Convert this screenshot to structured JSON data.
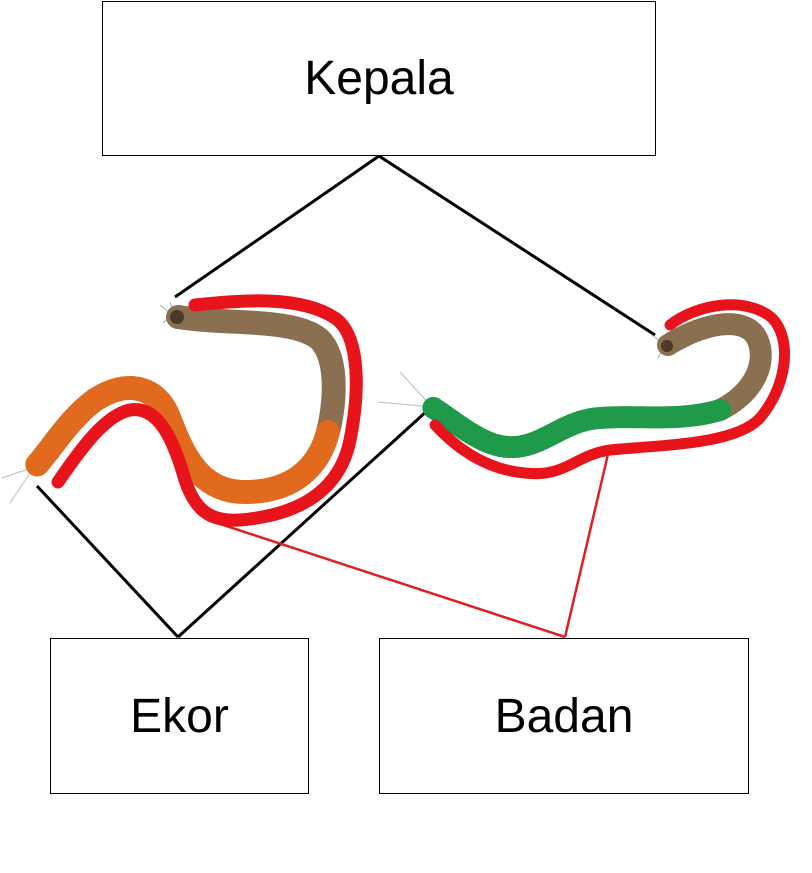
{
  "labels": {
    "head": "Kepala",
    "tail": "Ekor",
    "body": "Badan"
  },
  "colors": {
    "background": "#ffffff",
    "box_border": "#000000",
    "connector_black": "#000000",
    "connector_red": "#e02020",
    "highlight_red": "#e8141c",
    "worm_brown": "#8a7050",
    "worm_orange": "#e06a1e",
    "worm_green": "#1f9a4a"
  }
}
